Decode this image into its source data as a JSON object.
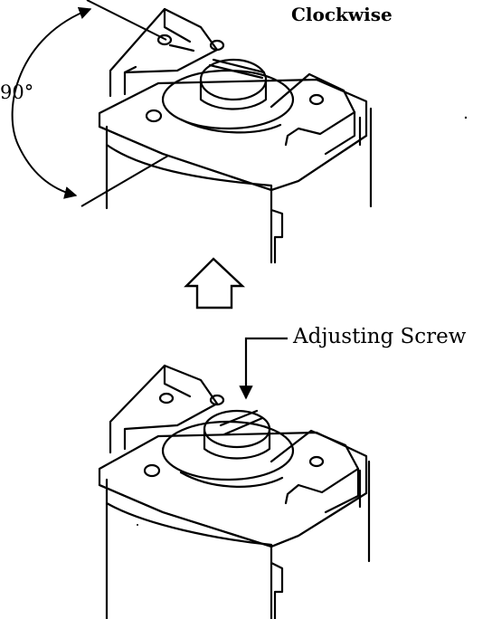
{
  "labels": {
    "direction": "Clockwise",
    "angle": "90°",
    "screw": "Adjusting Screw"
  },
  "colors": {
    "line": "#000000",
    "background": "#ffffff"
  },
  "icons": {
    "transition_arrow": "up-arrow-outline-icon"
  }
}
